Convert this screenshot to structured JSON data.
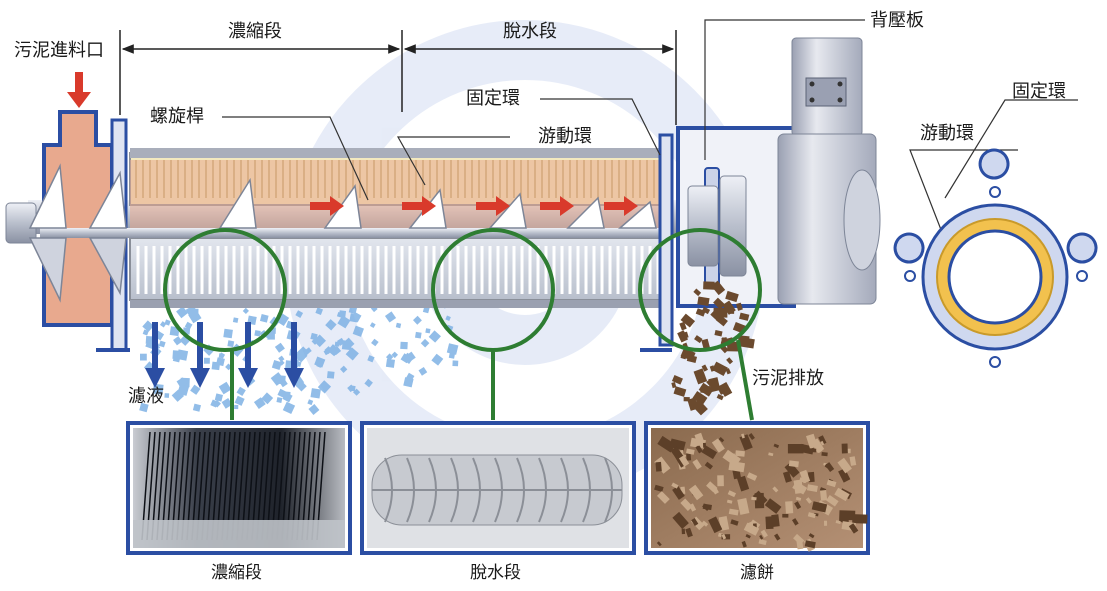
{
  "labels": {
    "sludge_inlet": "污泥進料口",
    "thickening_zone": "濃縮段",
    "dewatering_zone": "脫水段",
    "back_pressure_plate": "背壓板",
    "screw_shaft": "螺旋桿",
    "fixed_ring": "固定環",
    "moving_ring": "游動環",
    "filtrate": "濾液",
    "sludge_discharge": "污泥排放",
    "ring_fixed_ring": "固定環",
    "ring_moving_ring": "游動環"
  },
  "photos": [
    {
      "caption": "濃縮段",
      "kind": "thickening"
    },
    {
      "caption": "脫水段",
      "kind": "dewatering"
    },
    {
      "caption": "濾餅",
      "kind": "cake"
    }
  ],
  "colors": {
    "frame_blue": "#2b4ea3",
    "hopper_salmon": "#e8a98e",
    "gold_ring": "#f2c14e",
    "inset_green": "#2e7d32",
    "arrow_red": "#d93a2b",
    "motor_gray": "#c9ccd6"
  }
}
